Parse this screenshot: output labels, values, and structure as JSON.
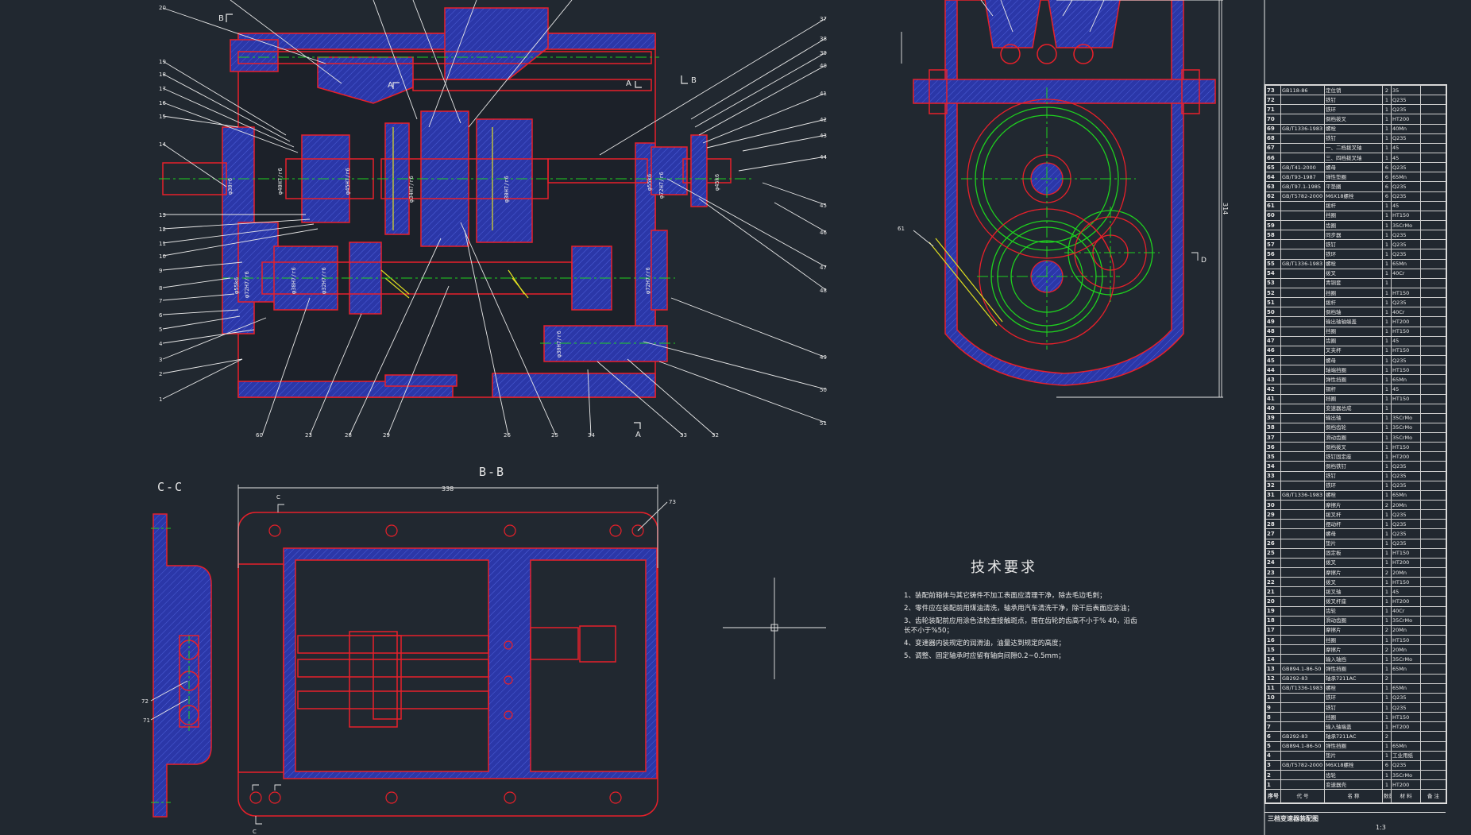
{
  "views": {
    "section_bb_title": "B-B",
    "section_cc_title": "C-C",
    "bb_width_dim": "338",
    "right_height_dim": "314"
  },
  "tech_requirements": {
    "title": "技术要求",
    "items": [
      "1、装配前箱体与其它铸件不加工表面应清理干净，除去毛边毛刺；",
      "2、零件应在装配前用煤油清洗，轴承用汽车清洗干净，除干后表面应涂油；",
      "3、齿轮装配前应用涂色法检查接触斑点，围在齿轮的齿高不小于% 40，沿齿长不小于%50；",
      "4、变速器内装规定的润滑油，油量达到规定的高度；",
      "5、调整、固定轴承时应留有轴向间隙0.2~0.5mm；"
    ]
  },
  "bom": {
    "header": {
      "no": "序号",
      "code": "代 号",
      "name": "名 称",
      "qty": "数量",
      "material": "材 料",
      "note": "备 注"
    },
    "rows": [
      {
        "no": "73",
        "code": "GB118-86",
        "name": "定位销",
        "qty": "2",
        "mat": "35"
      },
      {
        "no": "72",
        "code": "",
        "name": "铁钉",
        "qty": "1",
        "mat": "Q235"
      },
      {
        "no": "71",
        "code": "",
        "name": "铁环",
        "qty": "1",
        "mat": "Q235"
      },
      {
        "no": "70",
        "code": "",
        "name": "倒档拨叉",
        "qty": "1",
        "mat": "HT200"
      },
      {
        "no": "69",
        "code": "GB/T1336-1983",
        "name": "螺栓",
        "qty": "1",
        "mat": "40Mn"
      },
      {
        "no": "68",
        "code": "",
        "name": "铁钉",
        "qty": "1",
        "mat": "Q235"
      },
      {
        "no": "67",
        "code": "",
        "name": "一、二档拨叉轴",
        "qty": "1",
        "mat": "45"
      },
      {
        "no": "66",
        "code": "",
        "name": "三、四档拨叉轴",
        "qty": "1",
        "mat": "45"
      },
      {
        "no": "65",
        "code": "GB/T41-2000",
        "name": "螺母",
        "qty": "6",
        "mat": "Q235"
      },
      {
        "no": "64",
        "code": "GB/T93-1987",
        "name": "弹性垫圈",
        "qty": "6",
        "mat": "65Mn"
      },
      {
        "no": "63",
        "code": "GB/T97.1-1985",
        "name": "平垫圈",
        "qty": "6",
        "mat": "Q235"
      },
      {
        "no": "62",
        "code": "GB/T5782-2000",
        "name": "M6X18螺栓",
        "qty": "6",
        "mat": "Q235"
      },
      {
        "no": "61",
        "code": "",
        "name": "拨杆",
        "qty": "1",
        "mat": "45"
      },
      {
        "no": "60",
        "code": "",
        "name": "挡圈",
        "qty": "1",
        "mat": "HT150"
      },
      {
        "no": "59",
        "code": "",
        "name": "齿圈",
        "qty": "1",
        "mat": "35CrMo"
      },
      {
        "no": "58",
        "code": "",
        "name": "同步器",
        "qty": "1",
        "mat": "Q235"
      },
      {
        "no": "57",
        "code": "",
        "name": "铁钉",
        "qty": "1",
        "mat": "Q235"
      },
      {
        "no": "56",
        "code": "",
        "name": "铁环",
        "qty": "1",
        "mat": "Q235"
      },
      {
        "no": "55",
        "code": "GB/T1336-1983",
        "name": "螺栓",
        "qty": "1",
        "mat": "65Mn"
      },
      {
        "no": "54",
        "code": "",
        "name": "拨叉",
        "qty": "1",
        "mat": "40Cr"
      },
      {
        "no": "53",
        "code": "",
        "name": "青铜套",
        "qty": "1",
        "mat": ""
      },
      {
        "no": "52",
        "code": "",
        "name": "挡圈",
        "qty": "1",
        "mat": "HT150"
      },
      {
        "no": "51",
        "code": "",
        "name": "拨杆",
        "qty": "1",
        "mat": "Q235"
      },
      {
        "no": "50",
        "code": "",
        "name": "倒档轴",
        "qty": "1",
        "mat": "40Cr"
      },
      {
        "no": "49",
        "code": "",
        "name": "输出轴轴端盖",
        "qty": "1",
        "mat": "HT200"
      },
      {
        "no": "48",
        "code": "",
        "name": "挡圈",
        "qty": "1",
        "mat": "HT150"
      },
      {
        "no": "47",
        "code": "",
        "name": "齿圈",
        "qty": "1",
        "mat": "45"
      },
      {
        "no": "46",
        "code": "",
        "name": "叉夹杯",
        "qty": "1",
        "mat": "HT150"
      },
      {
        "no": "45",
        "code": "",
        "name": "螺母",
        "qty": "1",
        "mat": "Q235"
      },
      {
        "no": "44",
        "code": "",
        "name": "轴端挡圈",
        "qty": "1",
        "mat": "HT150"
      },
      {
        "no": "43",
        "code": "",
        "name": "弹性挡圈",
        "qty": "1",
        "mat": "65Mn"
      },
      {
        "no": "42",
        "code": "",
        "name": "铜杆",
        "qty": "1",
        "mat": "45"
      },
      {
        "no": "41",
        "code": "",
        "name": "挡圈",
        "qty": "1",
        "mat": "HT150"
      },
      {
        "no": "40",
        "code": "",
        "name": "变速器总成",
        "qty": "1",
        "mat": ""
      },
      {
        "no": "39",
        "code": "",
        "name": "输出轴",
        "qty": "1",
        "mat": "35CrMo"
      },
      {
        "no": "38",
        "code": "",
        "name": "倒档齿轮",
        "qty": "1",
        "mat": "35CrMo"
      },
      {
        "no": "37",
        "code": "",
        "name": "滑动齿圈",
        "qty": "1",
        "mat": "35CrMo"
      },
      {
        "no": "36",
        "code": "",
        "name": "倒档拨叉",
        "qty": "1",
        "mat": "HT150"
      },
      {
        "no": "35",
        "code": "",
        "name": "铁钉固定座",
        "qty": "1",
        "mat": "HT200"
      },
      {
        "no": "34",
        "code": "",
        "name": "倒档铁钉",
        "qty": "1",
        "mat": "Q235"
      },
      {
        "no": "33",
        "code": "",
        "name": "铁钉",
        "qty": "1",
        "mat": "Q235"
      },
      {
        "no": "32",
        "code": "",
        "name": "铁环",
        "qty": "1",
        "mat": "Q235"
      },
      {
        "no": "31",
        "code": "GB/T1336-1983",
        "name": "螺栓",
        "qty": "1",
        "mat": "65Mn"
      },
      {
        "no": "30",
        "code": "",
        "name": "摩擦片",
        "qty": "2",
        "mat": "20Mn"
      },
      {
        "no": "29",
        "code": "",
        "name": "拨叉杆",
        "qty": "1",
        "mat": "Q235"
      },
      {
        "no": "28",
        "code": "",
        "name": "摆动杆",
        "qty": "1",
        "mat": "Q235"
      },
      {
        "no": "27",
        "code": "",
        "name": "螺母",
        "qty": "1",
        "mat": "Q235"
      },
      {
        "no": "26",
        "code": "",
        "name": "垫片",
        "qty": "1",
        "mat": "Q235"
      },
      {
        "no": "25",
        "code": "",
        "name": "固定板",
        "qty": "1",
        "mat": "HT150"
      },
      {
        "no": "24",
        "code": "",
        "name": "拨叉",
        "qty": "1",
        "mat": "HT200"
      },
      {
        "no": "23",
        "code": "",
        "name": "摩擦片",
        "qty": "2",
        "mat": "20Mn"
      },
      {
        "no": "22",
        "code": "",
        "name": "拨叉",
        "qty": "1",
        "mat": "HT150"
      },
      {
        "no": "21",
        "code": "",
        "name": "拨叉轴",
        "qty": "1",
        "mat": "45"
      },
      {
        "no": "20",
        "code": "",
        "name": "拨叉杆座",
        "qty": "1",
        "mat": "HT200"
      },
      {
        "no": "19",
        "code": "",
        "name": "齿轮",
        "qty": "1",
        "mat": "40Cr"
      },
      {
        "no": "18",
        "code": "",
        "name": "滑动齿圈",
        "qty": "1",
        "mat": "35CrMo"
      },
      {
        "no": "17",
        "code": "",
        "name": "摩擦片",
        "qty": "2",
        "mat": "20Mn"
      },
      {
        "no": "16",
        "code": "",
        "name": "挡圈",
        "qty": "1",
        "mat": "HT150"
      },
      {
        "no": "15",
        "code": "",
        "name": "摩擦片",
        "qty": "2",
        "mat": "20Mn"
      },
      {
        "no": "14",
        "code": "",
        "name": "输入轴挡",
        "qty": "1",
        "mat": "35CrMo"
      },
      {
        "no": "13",
        "code": "GB894.1-86-50",
        "name": "弹性挡圈",
        "qty": "1",
        "mat": "65Mn"
      },
      {
        "no": "12",
        "code": "GB292-83",
        "name": "轴承7211AC",
        "qty": "2",
        "mat": ""
      },
      {
        "no": "11",
        "code": "GB/T1336-1983",
        "name": "螺栓",
        "qty": "1",
        "mat": "65Mn"
      },
      {
        "no": "10",
        "code": "",
        "name": "铁环",
        "qty": "1",
        "mat": "Q235"
      },
      {
        "no": "9",
        "code": "",
        "name": "铁钉",
        "qty": "1",
        "mat": "Q235"
      },
      {
        "no": "8",
        "code": "",
        "name": "挡圈",
        "qty": "1",
        "mat": "HT150"
      },
      {
        "no": "7",
        "code": "",
        "name": "输入轴端盖",
        "qty": "1",
        "mat": "HT200"
      },
      {
        "no": "6",
        "code": "GB292-83",
        "name": "轴承7211AC",
        "qty": "2",
        "mat": ""
      },
      {
        "no": "5",
        "code": "GB894.1-86-50",
        "name": "弹性挡圈",
        "qty": "1",
        "mat": "65Mn"
      },
      {
        "no": "4",
        "code": "",
        "name": "垫片",
        "qty": "1",
        "mat": "工业用纸"
      },
      {
        "no": "3",
        "code": "GB/T5782-2000",
        "name": "M6X18螺栓",
        "qty": "6",
        "mat": "Q235"
      },
      {
        "no": "2",
        "code": "",
        "name": "齿轮",
        "qty": "1",
        "mat": "35CrMo"
      },
      {
        "no": "1",
        "code": "",
        "name": "变速器壳",
        "qty": "1",
        "mat": "HT200"
      }
    ]
  },
  "title_block": {
    "drawing_label": "三档变速器装配图",
    "scale": "1:3"
  },
  "colors": {
    "background": "#212830",
    "outline": "#e8202a",
    "hatch": "#2a3ab8",
    "center": "#1fd11f",
    "dim": "#e8e8e8",
    "yellow": "#e0e020"
  }
}
